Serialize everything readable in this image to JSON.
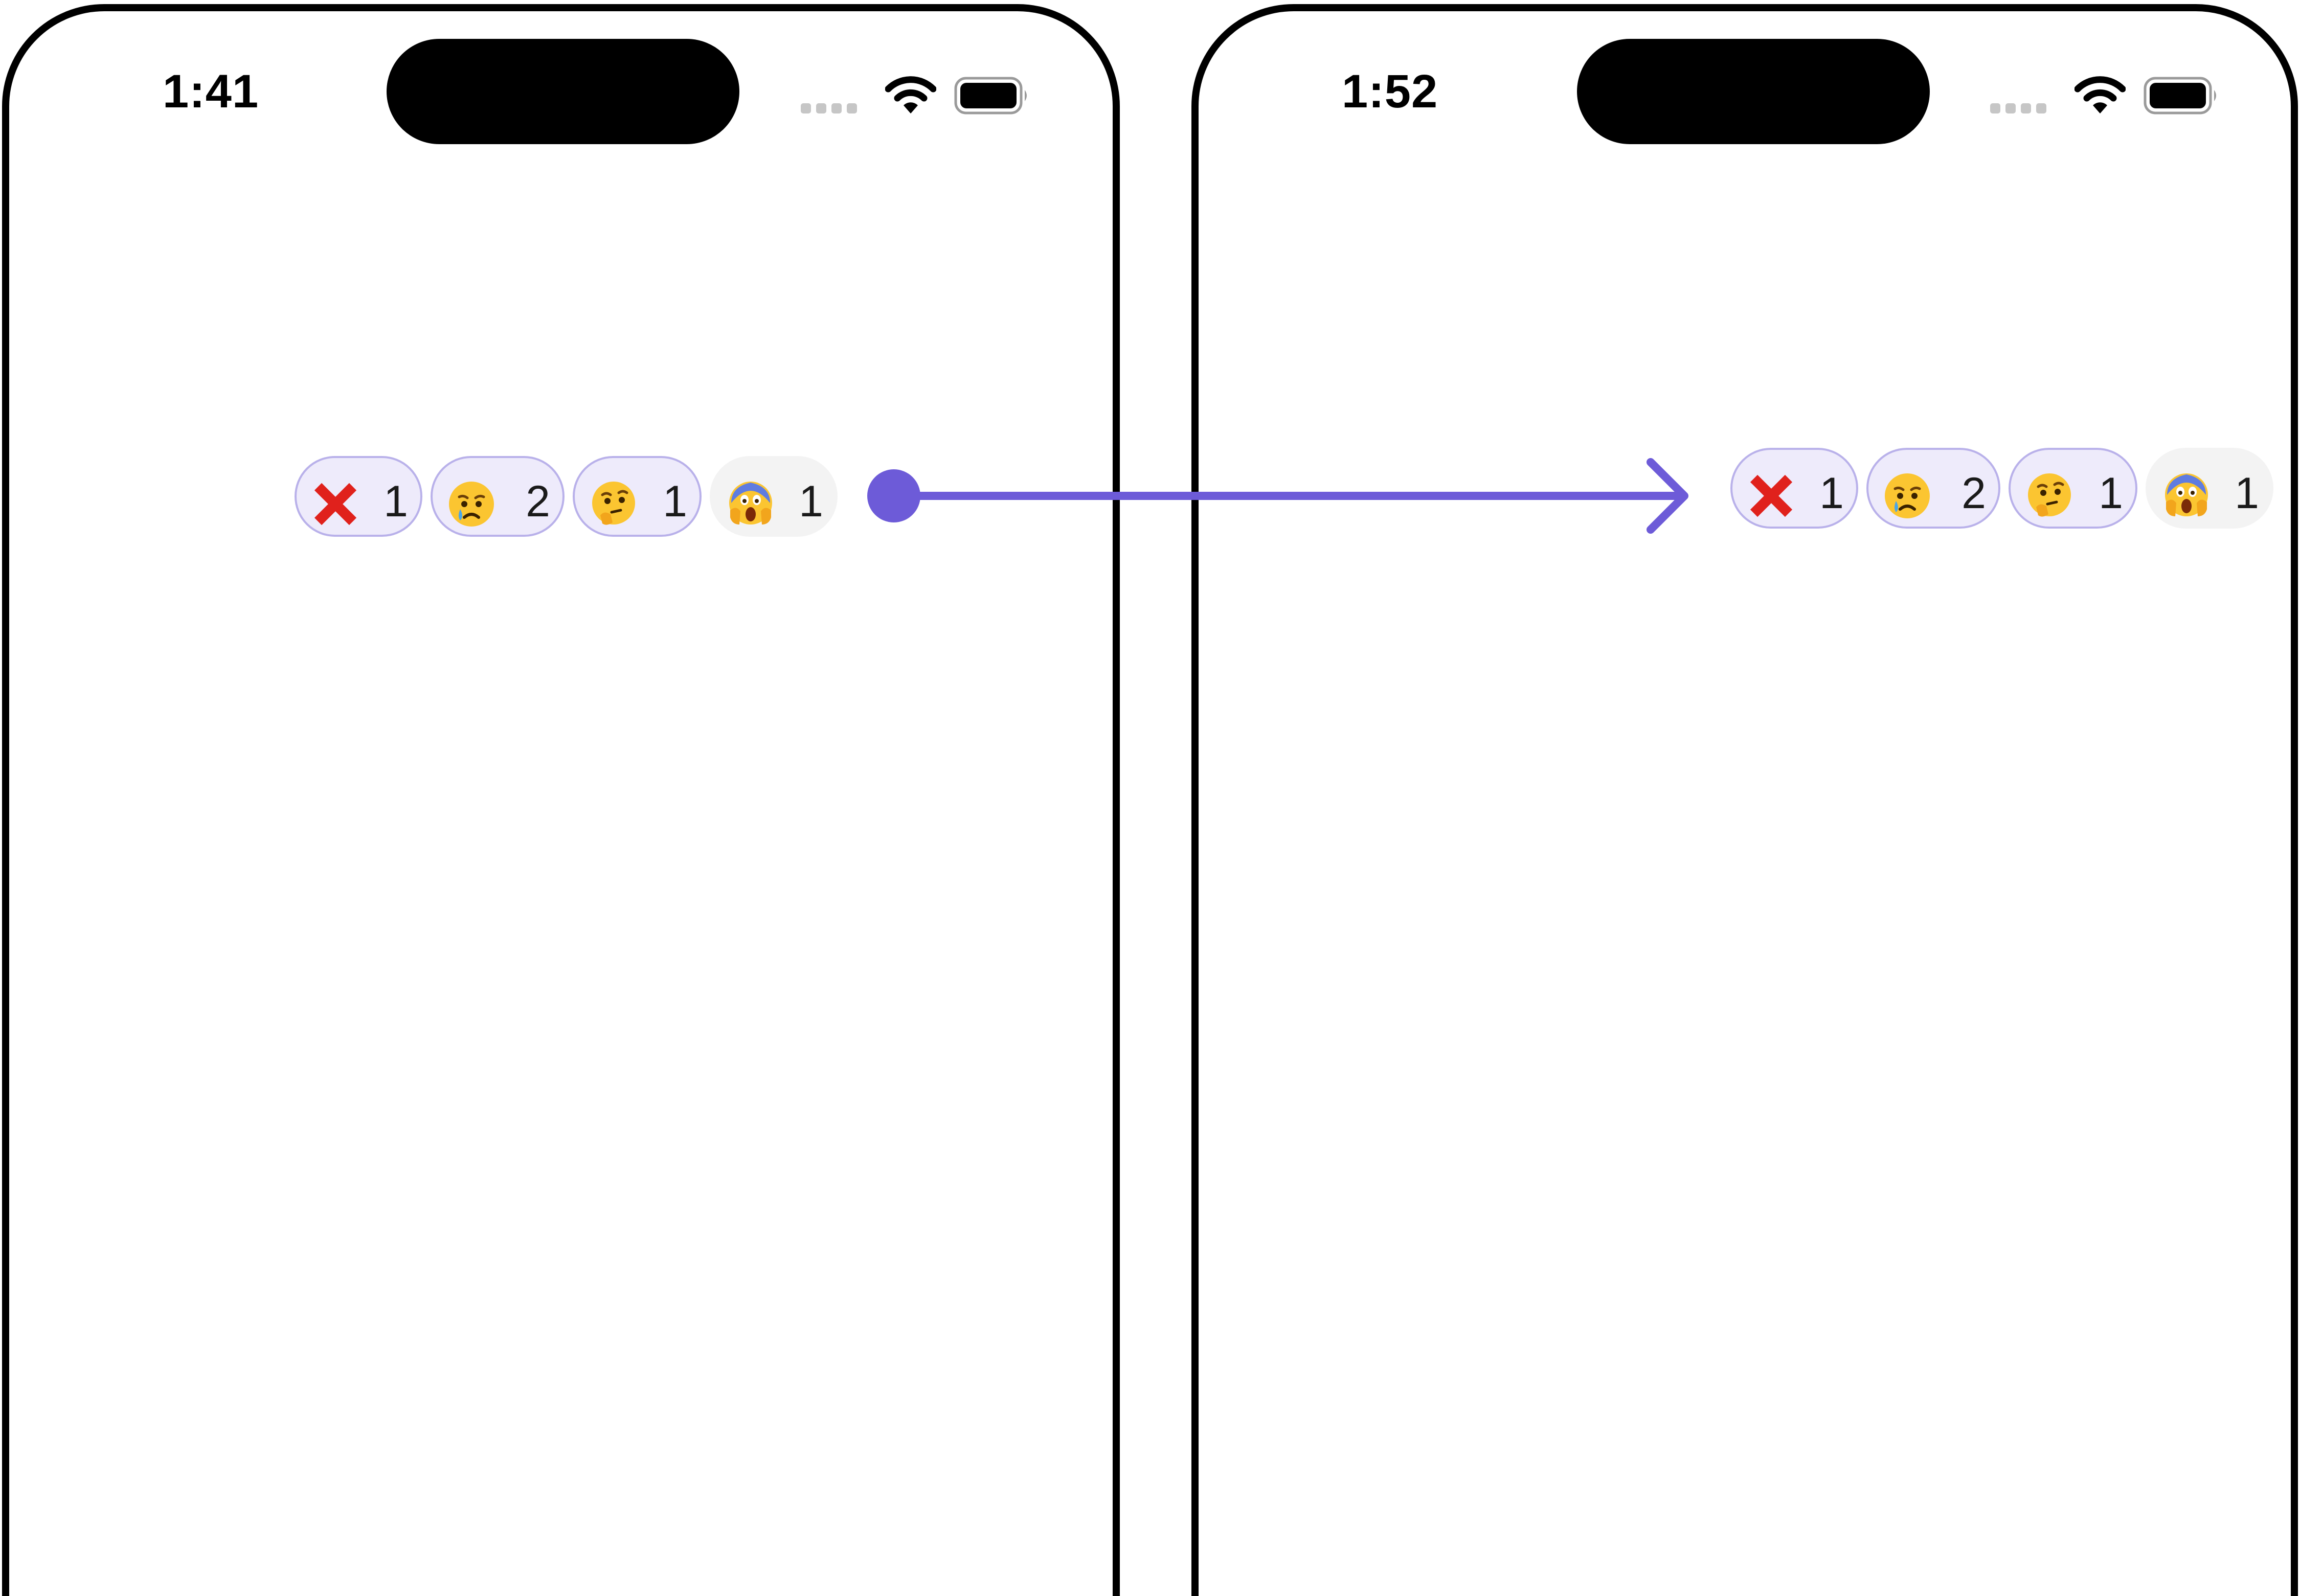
{
  "screens": [
    {
      "time": "1:41",
      "reactions": [
        {
          "emoji": "cross-mark",
          "count": "1",
          "selected": true
        },
        {
          "emoji": "crying-face",
          "count": "2",
          "selected": true
        },
        {
          "emoji": "thinking-face",
          "count": "1",
          "selected": true
        },
        {
          "emoji": "screaming-face",
          "count": "1",
          "selected": false
        }
      ]
    },
    {
      "time": "1:52",
      "reactions": [
        {
          "emoji": "cross-mark",
          "count": "1",
          "selected": true
        },
        {
          "emoji": "crying-face",
          "count": "2",
          "selected": true
        },
        {
          "emoji": "thinking-face",
          "count": "1",
          "selected": true
        },
        {
          "emoji": "screaming-face",
          "count": "1",
          "selected": false
        }
      ]
    }
  ],
  "colors": {
    "accent": "#6d5bd8",
    "selected_fill": "#eeebfb",
    "selected_border": "#b9b1ea",
    "unselected_fill": "#f3f3f3"
  }
}
